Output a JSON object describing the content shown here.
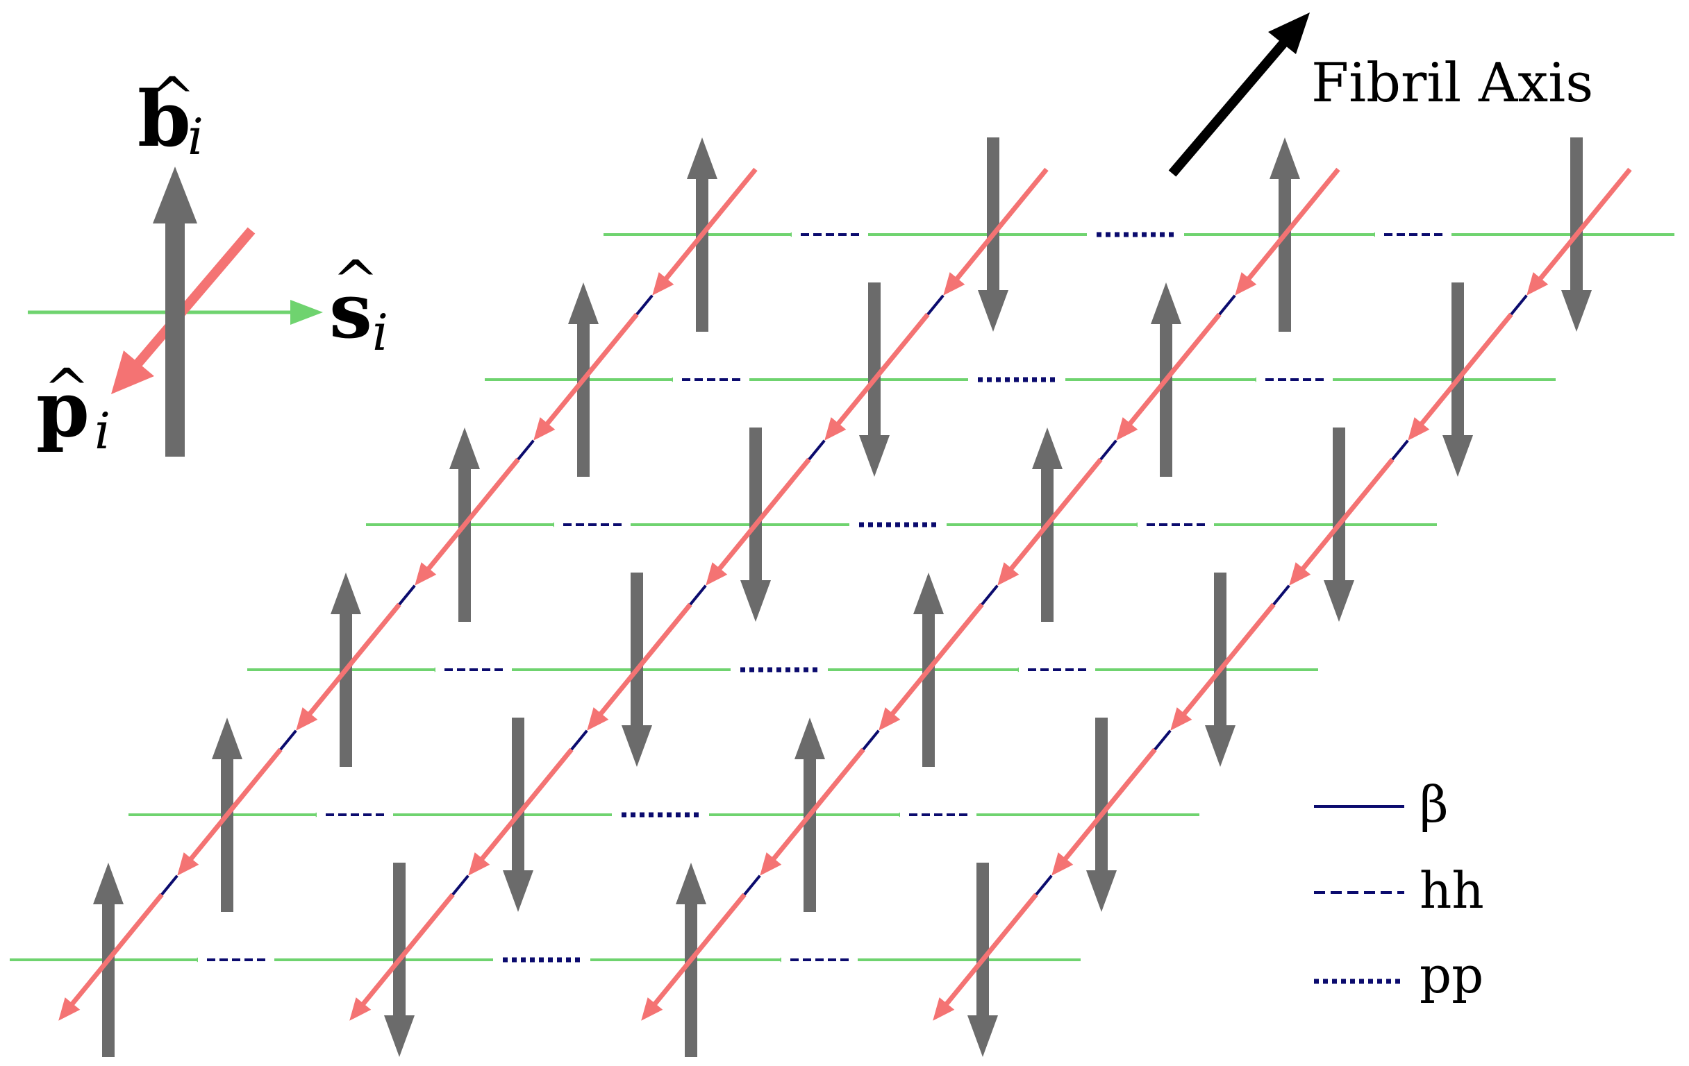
{
  "axis_label": "Fibril Axis",
  "frame": {
    "b_symbol": "b",
    "s_symbol": "s",
    "p_symbol": "p",
    "subscript": "i",
    "hat": "^"
  },
  "legend": [
    {
      "label": "β",
      "style": "solid"
    },
    {
      "label": "hh",
      "style": "dashed"
    },
    {
      "label": "pp",
      "style": "dotted"
    }
  ],
  "colors": {
    "b_vector": "#6b6b6b",
    "p_vector": "#f47373",
    "s_vector": "#6fd36f",
    "bond": "#0b0b6e",
    "axis_arrow": "#000000"
  }
}
